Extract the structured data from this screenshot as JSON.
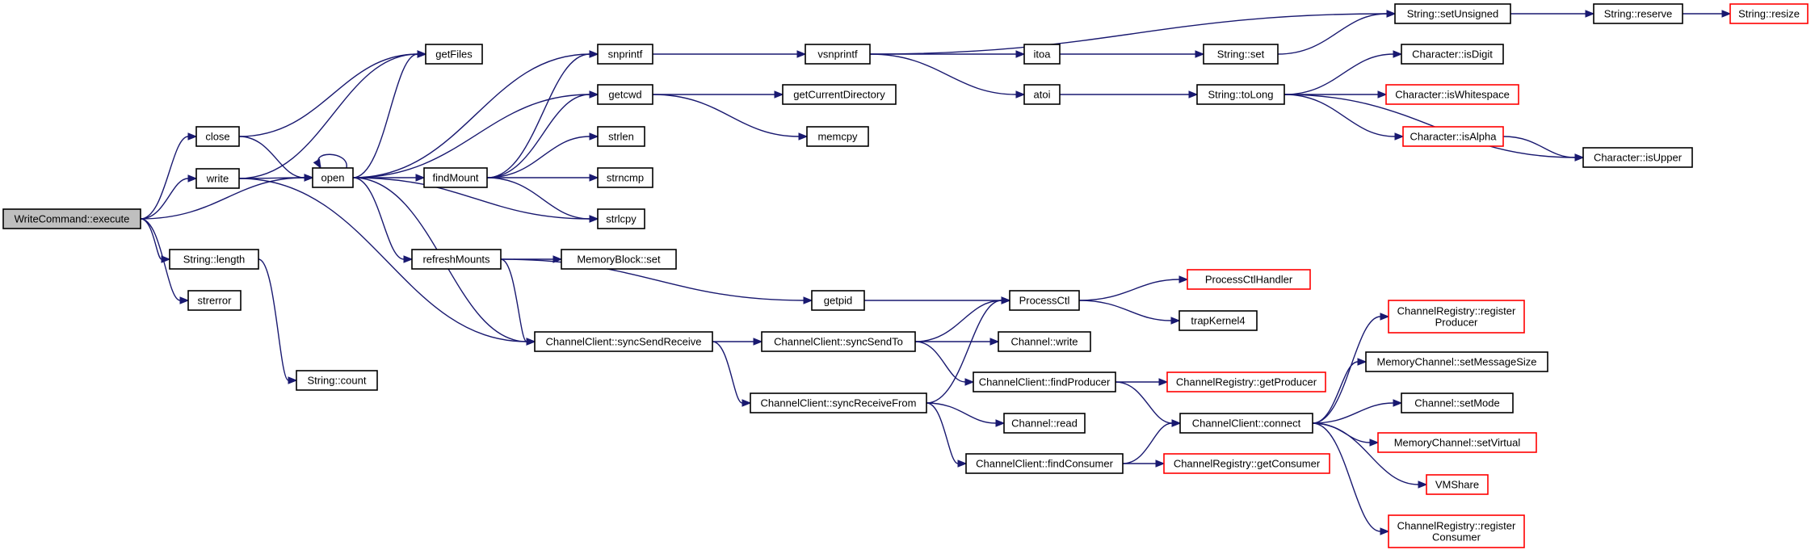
{
  "colors": {
    "edge": "#191970",
    "node_border": "#000000",
    "node_border_truncated": "#ff0000",
    "root_fill": "#bfbfbf",
    "node_fill": "#ffffff"
  },
  "nodes": [
    {
      "id": "root",
      "label": [
        "WriteCommand::execute"
      ],
      "style": "root"
    },
    {
      "id": "close",
      "label": [
        "close"
      ],
      "style": "normal"
    },
    {
      "id": "write",
      "label": [
        "write"
      ],
      "style": "normal"
    },
    {
      "id": "strlength",
      "label": [
        "String::length"
      ],
      "style": "normal"
    },
    {
      "id": "strerror",
      "label": [
        "strerror"
      ],
      "style": "normal"
    },
    {
      "id": "getFiles",
      "label": [
        "getFiles"
      ],
      "style": "normal"
    },
    {
      "id": "open",
      "label": [
        "open"
      ],
      "style": "normal"
    },
    {
      "id": "strcount",
      "label": [
        "String::count"
      ],
      "style": "normal"
    },
    {
      "id": "snprintf",
      "label": [
        "snprintf"
      ],
      "style": "normal"
    },
    {
      "id": "getcwd",
      "label": [
        "getcwd"
      ],
      "style": "normal"
    },
    {
      "id": "findMount",
      "label": [
        "findMount"
      ],
      "style": "normal"
    },
    {
      "id": "refreshMounts",
      "label": [
        "refreshMounts"
      ],
      "style": "normal"
    },
    {
      "id": "strlen",
      "label": [
        "strlen"
      ],
      "style": "normal"
    },
    {
      "id": "strncmp",
      "label": [
        "strncmp"
      ],
      "style": "normal"
    },
    {
      "id": "strlcpy",
      "label": [
        "strlcpy"
      ],
      "style": "normal"
    },
    {
      "id": "mbset",
      "label": [
        "MemoryBlock::set"
      ],
      "style": "normal"
    },
    {
      "id": "ccSyncSendReceive",
      "label": [
        "ChannelClient::syncSendReceive"
      ],
      "style": "normal"
    },
    {
      "id": "vsnprintf",
      "label": [
        "vsnprintf"
      ],
      "style": "normal"
    },
    {
      "id": "getCurrentDirectory",
      "label": [
        "getCurrentDirectory"
      ],
      "style": "normal"
    },
    {
      "id": "memcpy",
      "label": [
        "memcpy"
      ],
      "style": "normal"
    },
    {
      "id": "getpid",
      "label": [
        "getpid"
      ],
      "style": "normal"
    },
    {
      "id": "ccSyncSendTo",
      "label": [
        "ChannelClient::syncSendTo"
      ],
      "style": "normal"
    },
    {
      "id": "ccSyncReceiveFrom",
      "label": [
        "ChannelClient::syncReceiveFrom"
      ],
      "style": "normal"
    },
    {
      "id": "itoa",
      "label": [
        "itoa"
      ],
      "style": "normal"
    },
    {
      "id": "atoi",
      "label": [
        "atoi"
      ],
      "style": "normal"
    },
    {
      "id": "processCtl",
      "label": [
        "ProcessCtl"
      ],
      "style": "normal"
    },
    {
      "id": "chwrite",
      "label": [
        "Channel::write"
      ],
      "style": "normal"
    },
    {
      "id": "ccFindProducer",
      "label": [
        "ChannelClient::findProducer"
      ],
      "style": "normal"
    },
    {
      "id": "chread",
      "label": [
        "Channel::read"
      ],
      "style": "normal"
    },
    {
      "id": "ccFindConsumer",
      "label": [
        "ChannelClient::findConsumer"
      ],
      "style": "normal"
    },
    {
      "id": "strset",
      "label": [
        "String::set"
      ],
      "style": "normal"
    },
    {
      "id": "strtoLong",
      "label": [
        "String::toLong"
      ],
      "style": "normal"
    },
    {
      "id": "pchandler",
      "label": [
        "ProcessCtlHandler"
      ],
      "style": "truncated"
    },
    {
      "id": "trapKernel4",
      "label": [
        "trapKernel4"
      ],
      "style": "normal"
    },
    {
      "id": "crGetProducer",
      "label": [
        "ChannelRegistry::getProducer"
      ],
      "style": "truncated"
    },
    {
      "id": "ccConnect",
      "label": [
        "ChannelClient::connect"
      ],
      "style": "normal"
    },
    {
      "id": "crGetConsumer",
      "label": [
        "ChannelRegistry::getConsumer"
      ],
      "style": "truncated"
    },
    {
      "id": "strsetUnsigned",
      "label": [
        "String::setUnsigned"
      ],
      "style": "normal"
    },
    {
      "id": "isDigit",
      "label": [
        "Character::isDigit"
      ],
      "style": "normal"
    },
    {
      "id": "isWhitespace",
      "label": [
        "Character::isWhitespace"
      ],
      "style": "truncated"
    },
    {
      "id": "isAlpha",
      "label": [
        "Character::isAlpha"
      ],
      "style": "truncated"
    },
    {
      "id": "crRegisterProducer",
      "label": [
        "ChannelRegistry::register",
        "Producer"
      ],
      "style": "truncated"
    },
    {
      "id": "mcSetMessageSize",
      "label": [
        "MemoryChannel::setMessageSize"
      ],
      "style": "normal"
    },
    {
      "id": "chSetMode",
      "label": [
        "Channel::setMode"
      ],
      "style": "normal"
    },
    {
      "id": "mcSetVirtual",
      "label": [
        "MemoryChannel::setVirtual"
      ],
      "style": "truncated"
    },
    {
      "id": "vmshare",
      "label": [
        "VMShare"
      ],
      "style": "truncated"
    },
    {
      "id": "crRegisterConsumer",
      "label": [
        "ChannelRegistry::register",
        "Consumer"
      ],
      "style": "truncated"
    },
    {
      "id": "strreserve",
      "label": [
        "String::reserve"
      ],
      "style": "normal"
    },
    {
      "id": "isUpper",
      "label": [
        "Character::isUpper"
      ],
      "style": "normal"
    },
    {
      "id": "strresize",
      "label": [
        "String::resize"
      ],
      "style": "truncated"
    }
  ],
  "edges": [
    [
      "root",
      "close"
    ],
    [
      "root",
      "write"
    ],
    [
      "root",
      "open"
    ],
    [
      "root",
      "strlength"
    ],
    [
      "root",
      "strerror"
    ],
    [
      "close",
      "getFiles"
    ],
    [
      "close",
      "open"
    ],
    [
      "write",
      "getFiles"
    ],
    [
      "write",
      "open"
    ],
    [
      "write",
      "ccSyncSendReceive"
    ],
    [
      "strlength",
      "strcount"
    ],
    [
      "open",
      "open"
    ],
    [
      "open",
      "getFiles"
    ],
    [
      "open",
      "snprintf"
    ],
    [
      "open",
      "getcwd"
    ],
    [
      "open",
      "findMount"
    ],
    [
      "open",
      "strlcpy"
    ],
    [
      "open",
      "refreshMounts"
    ],
    [
      "open",
      "ccSyncSendReceive"
    ],
    [
      "findMount",
      "snprintf"
    ],
    [
      "findMount",
      "getcwd"
    ],
    [
      "findMount",
      "strlen"
    ],
    [
      "findMount",
      "strncmp"
    ],
    [
      "findMount",
      "strlcpy"
    ],
    [
      "refreshMounts",
      "mbset"
    ],
    [
      "refreshMounts",
      "ccSyncSendReceive"
    ],
    [
      "refreshMounts",
      "getpid"
    ],
    [
      "snprintf",
      "vsnprintf"
    ],
    [
      "getcwd",
      "getCurrentDirectory"
    ],
    [
      "getcwd",
      "memcpy"
    ],
    [
      "ccSyncSendReceive",
      "ccSyncSendTo"
    ],
    [
      "ccSyncSendReceive",
      "ccSyncReceiveFrom"
    ],
    [
      "getpid",
      "processCtl"
    ],
    [
      "ccSyncSendTo",
      "processCtl"
    ],
    [
      "ccSyncSendTo",
      "chwrite"
    ],
    [
      "ccSyncSendTo",
      "ccFindProducer"
    ],
    [
      "ccSyncReceiveFrom",
      "processCtl"
    ],
    [
      "ccSyncReceiveFrom",
      "chread"
    ],
    [
      "ccSyncReceiveFrom",
      "ccFindConsumer"
    ],
    [
      "vsnprintf",
      "strsetUnsigned"
    ],
    [
      "vsnprintf",
      "itoa"
    ],
    [
      "vsnprintf",
      "atoi"
    ],
    [
      "itoa",
      "strset"
    ],
    [
      "atoi",
      "strtoLong"
    ],
    [
      "processCtl",
      "pchandler"
    ],
    [
      "processCtl",
      "trapKernel4"
    ],
    [
      "ccFindProducer",
      "crGetProducer"
    ],
    [
      "ccFindProducer",
      "ccConnect"
    ],
    [
      "ccFindConsumer",
      "ccConnect"
    ],
    [
      "ccFindConsumer",
      "crGetConsumer"
    ],
    [
      "strset",
      "strsetUnsigned"
    ],
    [
      "strtoLong",
      "isDigit"
    ],
    [
      "strtoLong",
      "isWhitespace"
    ],
    [
      "strtoLong",
      "isAlpha"
    ],
    [
      "strtoLong",
      "isUpper"
    ],
    [
      "ccConnect",
      "crRegisterProducer"
    ],
    [
      "ccConnect",
      "mcSetMessageSize"
    ],
    [
      "ccConnect",
      "chSetMode"
    ],
    [
      "ccConnect",
      "mcSetVirtual"
    ],
    [
      "ccConnect",
      "vmshare"
    ],
    [
      "ccConnect",
      "crRegisterConsumer"
    ],
    [
      "strsetUnsigned",
      "strreserve"
    ],
    [
      "strreserve",
      "strresize"
    ],
    [
      "isAlpha",
      "isUpper"
    ]
  ]
}
